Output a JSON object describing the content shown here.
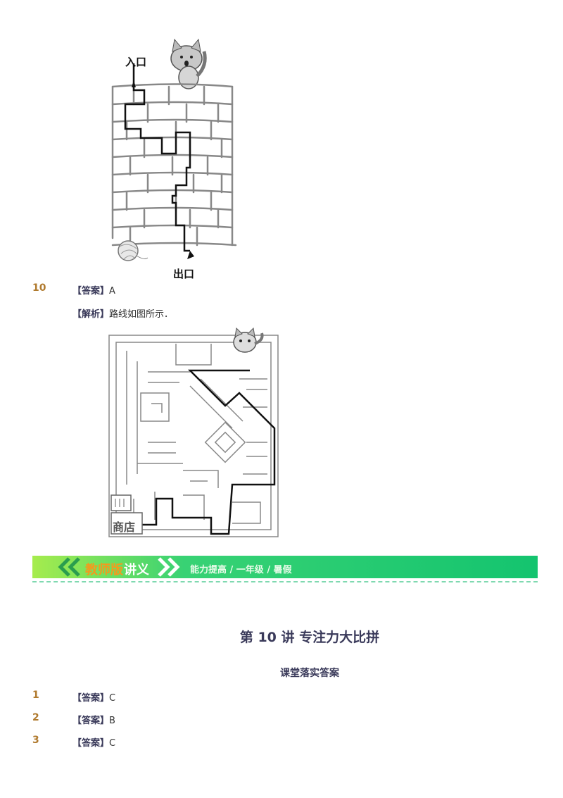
{
  "maze1": {
    "entrance_label": "入口",
    "exit_label": "出口"
  },
  "q10": {
    "number": "10",
    "answer_tag": "【答案】",
    "answer": "A",
    "analysis_tag": "【解析】",
    "analysis": "路线如图所示．"
  },
  "maze2": {
    "shop_label": "商店"
  },
  "banner": {
    "title_a": "教师版",
    "title_b": "讲义",
    "subtitle": "能力提高 / 一年级 / 暑假",
    "colors": {
      "start": "#a6ec4d",
      "end": "#14c46f",
      "title_a": "#f39a1e",
      "title_b": "#ffffff"
    }
  },
  "lecture": {
    "title": "第 10 讲  专注力大比拼",
    "section": "课堂落实答案"
  },
  "answers": [
    {
      "number": "1",
      "tag": "【答案】",
      "value": "C"
    },
    {
      "number": "2",
      "tag": "【答案】",
      "value": "B"
    },
    {
      "number": "3",
      "tag": "【答案】",
      "value": "C"
    }
  ]
}
